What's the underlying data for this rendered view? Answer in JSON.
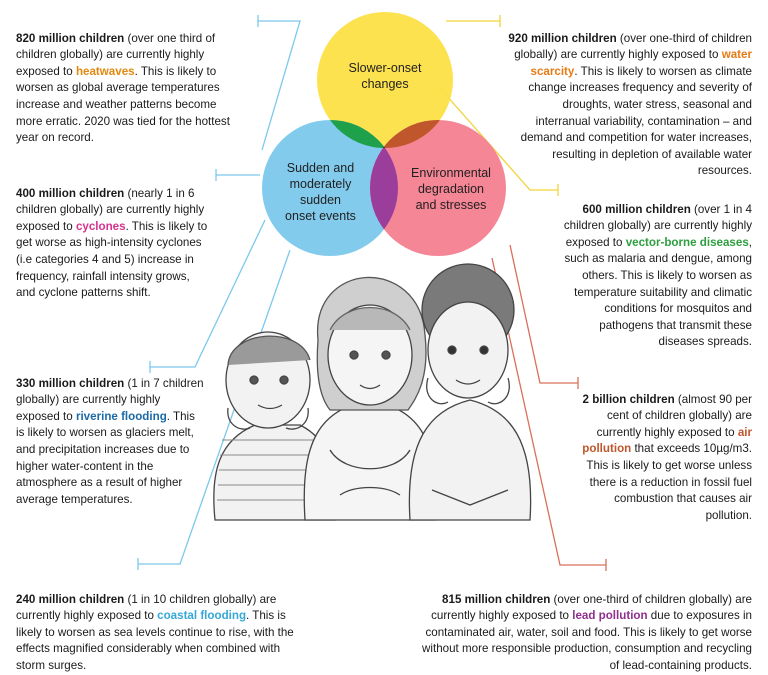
{
  "venn": {
    "circles": [
      {
        "id": "slower",
        "label": "Slower-onset\nchanges",
        "color": "#fde047"
      },
      {
        "id": "sudden",
        "label": "Sudden and\nmoderately\nsudden\nonset events",
        "color": "#7cc8ec"
      },
      {
        "id": "env",
        "label": "Environmental\ndegradation\nand stresses",
        "color": "#f47f90"
      }
    ],
    "overlap_colors": {
      "slower_sudden": "#1fa04a",
      "slower_env": "#c0572c",
      "sudden_env": "#9b3d9b",
      "center": "#3b1f3f"
    }
  },
  "connector_colors": {
    "sudden": "#7cc8ec",
    "slower": "#f2d33a",
    "env": "#d9705a"
  },
  "blocks": [
    {
      "id": "heatwaves",
      "lead": "820 million children",
      "pre": " (over one third of children globally) are currently highly exposed to ",
      "hazard": "heatwaves",
      "hazard_color": "#e4880f",
      "post": ". This is likely to worsen as global average temperatures increase and weather patterns become more erratic. 2020 was tied for the hottest year on record."
    },
    {
      "id": "cyclones",
      "lead": "400 million children",
      "pre": " (nearly 1 in 6 children globally) are currently highly exposed to ",
      "hazard": "cyclones",
      "hazard_color": "#d6338f",
      "post": ". This is likely to get worse as high-intensity cyclones (i.e categories 4 and 5) increase in frequency, rainfall intensity grows, and cyclone patterns shift."
    },
    {
      "id": "riverine",
      "lead": "330 million children",
      "pre": " (1 in 7 children globally) are currently highly exposed to ",
      "hazard": "riverine flooding",
      "hazard_color": "#1b6aa8",
      "post": ". This is likely to worsen as glaciers melt, and precipitation increases due to higher water-content in the atmosphere as a result of higher average temperatures."
    },
    {
      "id": "coastal",
      "lead": "240 million children",
      "pre": " (1 in 10 children globally) are currently highly exposed to ",
      "hazard": "coastal flooding",
      "hazard_color": "#35a8d6",
      "post": ". This is likely to worsen as sea levels continue to rise, with the effects magnified considerably when combined with storm surges."
    },
    {
      "id": "water",
      "lead": "920 million children",
      "pre": " (over one-third of children globally) are currently highly exposed to ",
      "hazard": "water scarcity",
      "hazard_color": "#e87a14",
      "post": ". This is likely to worsen as climate change increases frequency and severity of droughts, water stress, seasonal and interranual variability, contamination – and demand and competition for water increases, resulting in depletion of available water resources."
    },
    {
      "id": "vector",
      "lead": "600 million children",
      "pre": " (over 1 in 4 children globally) are currently highly exposed to ",
      "hazard": "vector-borne diseases",
      "hazard_color": "#2e9e3f",
      "post": ", such as malaria and dengue, among others. This is likely to worsen as temperature suitability and climatic conditions for mosquitos and pathogens that transmit these diseases spreads."
    },
    {
      "id": "air",
      "lead": "2 billion children",
      "pre": " (almost 90 per cent of children globally) are currently highly exposed to ",
      "hazard": "air pollution",
      "hazard_color": "#c0572c",
      "post": " that exceeds 10µg/m3. This is likely to get worse unless there is a reduction in fossil fuel combustion that causes air pollution."
    },
    {
      "id": "lead",
      "lead": "815 million children",
      "pre": " (over one-third of children globally) are currently highly exposed to ",
      "hazard": "lead pollution",
      "hazard_color": "#8e2f8e",
      "post": " due to exposures in contaminated air, water, soil and food. This is likely to get worse without more responsible production, consumption and recycling of lead-containing products."
    }
  ]
}
